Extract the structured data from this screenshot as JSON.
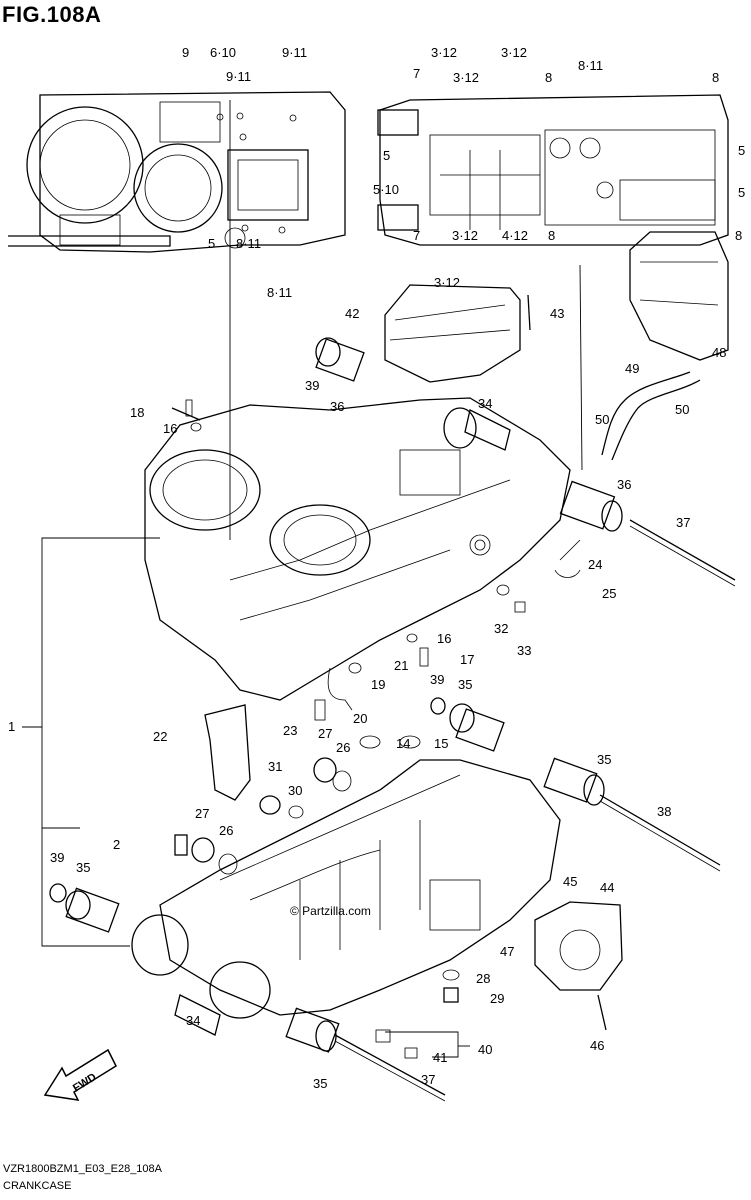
{
  "figure": {
    "title": "FIG.108A",
    "model_code": "VZR1800BZM1_E03_E28_108A",
    "section_name": "CRANKCASE",
    "watermark": "© Partzilla.com",
    "direction_marker": "FWD"
  },
  "callouts": {
    "upper_left": [
      "9",
      "6·10",
      "9·11",
      "9·11",
      "5",
      "8·11",
      "8·11"
    ],
    "upper_right": [
      "3·12",
      "3·12",
      "7",
      "3·12",
      "8",
      "8·11",
      "8",
      "5",
      "5",
      "5·10",
      "5",
      "8",
      "7",
      "3·12",
      "4·12",
      "8",
      "3·12"
    ],
    "parts": [
      "42",
      "43",
      "48",
      "49",
      "50",
      "50",
      "39",
      "36",
      "34",
      "18",
      "16",
      "36",
      "37",
      "24",
      "25",
      "32",
      "33",
      "16",
      "17",
      "21",
      "19",
      "20",
      "39",
      "35",
      "1",
      "22",
      "23",
      "27",
      "26",
      "14",
      "15",
      "31",
      "30",
      "35",
      "38",
      "27",
      "26",
      "2",
      "39",
      "35",
      "45",
      "44",
      "47",
      "28",
      "29",
      "34",
      "40",
      "41",
      "46",
      "35",
      "37"
    ]
  }
}
